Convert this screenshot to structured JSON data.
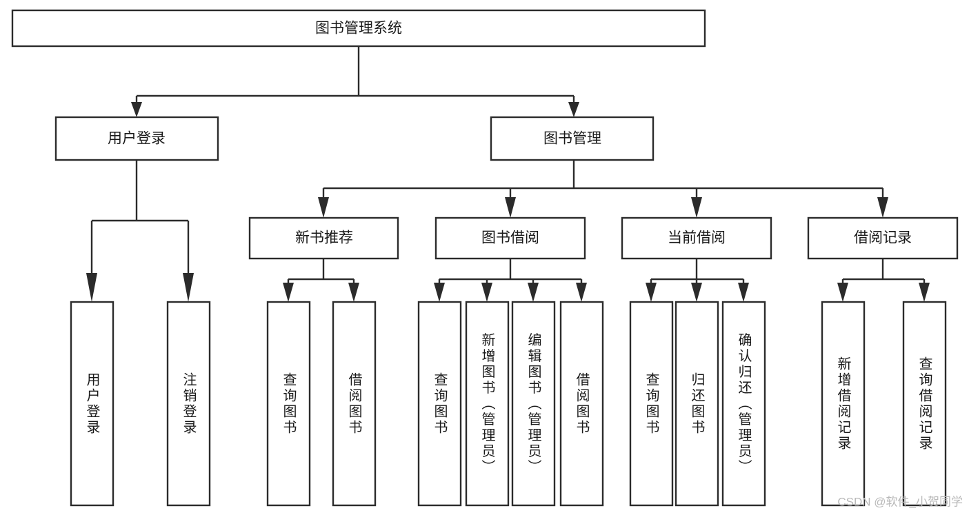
{
  "diagram": {
    "type": "tree-hierarchy",
    "title": "图书管理系统",
    "orientation": "top-down",
    "colors": {
      "box_stroke": "#2b2b2b",
      "box_fill": "#ffffff",
      "connector": "#2b2b2b",
      "label_text": "#1a1a1a",
      "watermark": "#b9b9b9",
      "background": "#ffffff"
    },
    "levels": {
      "root": {
        "label": "图书管理系统"
      },
      "level2": [
        {
          "label": "用户登录"
        },
        {
          "label": "图书管理"
        }
      ],
      "level3": [
        {
          "label": "新书推荐"
        },
        {
          "label": "图书借阅"
        },
        {
          "label": "当前借阅"
        },
        {
          "label": "借阅记录"
        }
      ],
      "leaves": {
        "user_login": [
          {
            "label": "用户登录"
          },
          {
            "label": "注销登录"
          }
        ],
        "new_book_recommend": [
          {
            "label": "查询图书"
          },
          {
            "label": "借阅图书"
          }
        ],
        "book_borrow": [
          {
            "label": "查询图书"
          },
          {
            "label": "新增图书（管理员）"
          },
          {
            "label": "编辑图书（管理员）"
          },
          {
            "label": "借阅图书"
          }
        ],
        "current_borrow": [
          {
            "label": "查询图书"
          },
          {
            "label": "归还图书"
          },
          {
            "label": "确认归还（管理员）"
          }
        ],
        "borrow_record": [
          {
            "label": "新增借阅记录"
          },
          {
            "label": "查询借阅记录"
          }
        ]
      }
    },
    "watermark": "CSDN @软件_小贺同学"
  }
}
